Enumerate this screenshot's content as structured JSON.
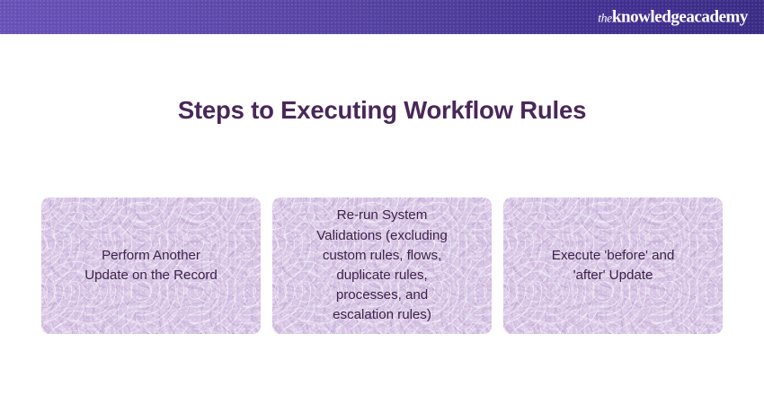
{
  "header": {
    "brand_prefix": "the",
    "brand_name": "knowledgeacademy",
    "gradient_from": "#6a52b8",
    "gradient_to": "#3a2b86",
    "logo_color": "#ffffff"
  },
  "slide": {
    "title": "Steps to Executing Workflow Rules",
    "title_color": "#4a2759",
    "background_color": "#ffffff"
  },
  "cards": {
    "card_background_color": "#d9c6e6",
    "card_text_color": "#3d2349",
    "items": [
      {
        "id": "perform-another-update",
        "text": "Perform Another\nUpdate on the Record"
      },
      {
        "id": "re-run-system-validations",
        "text": "Re-run System\nValidations (excluding\ncustom rules, flows,\nduplicate rules,\nprocesses, and\nescalation rules)"
      },
      {
        "id": "execute-before-after-update",
        "text": "Execute 'before' and\n'after' Update"
      }
    ]
  }
}
